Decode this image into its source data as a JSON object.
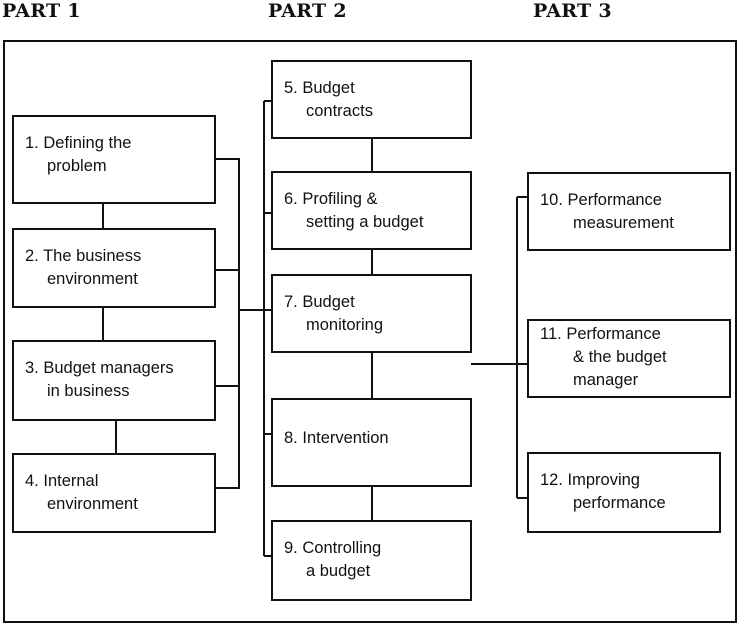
{
  "headers": {
    "part1": "PART 1",
    "part2": "PART 2",
    "part3": "PART 3"
  },
  "part1": {
    "boxes": [
      {
        "num": "1.",
        "line1": "Defining the",
        "line2": "problem"
      },
      {
        "num": "2.",
        "line1": "The business",
        "line2": "environment"
      },
      {
        "num": "3.",
        "line1": "Budget managers",
        "line2": "in business"
      },
      {
        "num": "4.",
        "line1": "Internal",
        "line2": "environment"
      }
    ]
  },
  "part2": {
    "boxes": [
      {
        "num": "5.",
        "line1": "Budget",
        "line2": "contracts"
      },
      {
        "num": "6.",
        "line1": "Profiling &",
        "line2": "setting a budget"
      },
      {
        "num": "7.",
        "line1": "Budget",
        "line2": "monitoring"
      },
      {
        "num": "8.",
        "line1": "Intervention",
        "line2": ""
      },
      {
        "num": "9.",
        "line1": "Controlling",
        "line2": "a budget"
      }
    ]
  },
  "part3": {
    "boxes": [
      {
        "num": "10.",
        "line1": "Performance",
        "line2": "measurement",
        "line3": ""
      },
      {
        "num": "11.",
        "line1": "Performance",
        "line2": "& the budget",
        "line3": "manager"
      },
      {
        "num": "12.",
        "line1": "Improving",
        "line2": "performance",
        "line3": ""
      }
    ]
  }
}
